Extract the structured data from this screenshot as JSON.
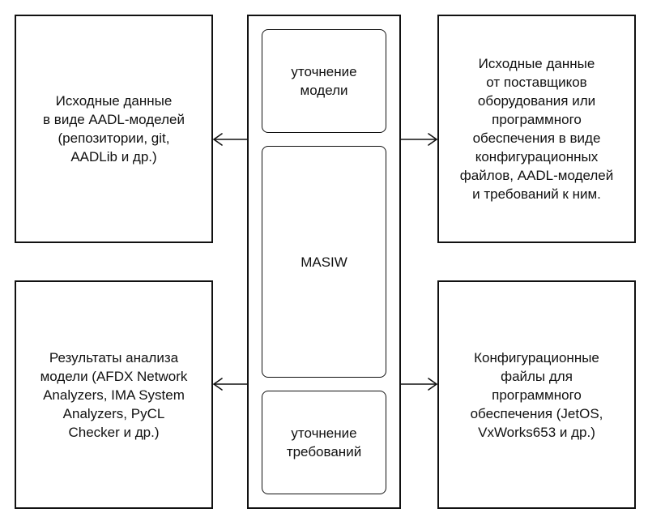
{
  "diagram": {
    "left_top": "Исходные данные\nв виде AADL-моделей\n(репозитории, git,\nAADLib и др.)",
    "left_bottom": "Результаты анализа\nмодели (AFDX Network\nAnalyzers, IMA System\nAnalyzers, PyCL\nChecker и др.)",
    "right_top": "Исходные данные\nот поставщиков\nоборудования или\nпрограммного\nобеспечения в виде\nконфигурационных\nфайлов, AADL-моделей\nи требований к ним.",
    "right_bottom": "Конфигурационные\nфайлы для\nпрограммного\nобеспечения (JetOS,\nVxWorks653 и др.)",
    "center": {
      "top": "уточнение\nмодели",
      "middle": "MASIW",
      "bottom": "уточнение\nтребований"
    }
  }
}
